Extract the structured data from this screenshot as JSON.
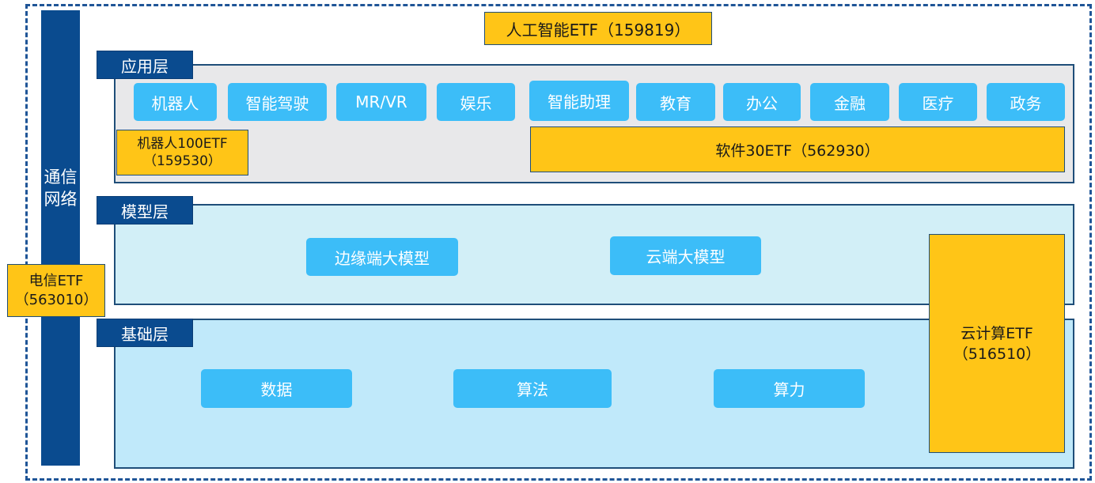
{
  "colors": {
    "border_dashed": "#1F5597",
    "bar_navy": "#0A4B8F",
    "etf_yellow": "#FFC517",
    "button_blue": "#3CBDF8",
    "app_panel": "#E8E8EA",
    "model_panel": "#D2EFF7",
    "base_panel": "#C0E9FA"
  },
  "network": {
    "label": "通信网络"
  },
  "top_etf": {
    "label": "人工智能ETF（159819）"
  },
  "layers": {
    "application": {
      "title": "应用层",
      "items": [
        "机器人",
        "智能驾驶",
        "MR/VR",
        "娱乐",
        "智能助理",
        "教育",
        "办公",
        "金融",
        "医疗",
        "政务"
      ],
      "etf_robot": "机器人100ETF\n（159530）",
      "etf_software": "软件30ETF（562930）"
    },
    "model": {
      "title": "模型层",
      "items": [
        "边缘端大模型",
        "云端大模型"
      ]
    },
    "base": {
      "title": "基础层",
      "items": [
        "数据",
        "算法",
        "算力"
      ]
    }
  },
  "telecom_etf": {
    "label": "电信ETF\n（563010）"
  },
  "cloud_etf": {
    "label": "云计算ETF\n（516510）"
  }
}
